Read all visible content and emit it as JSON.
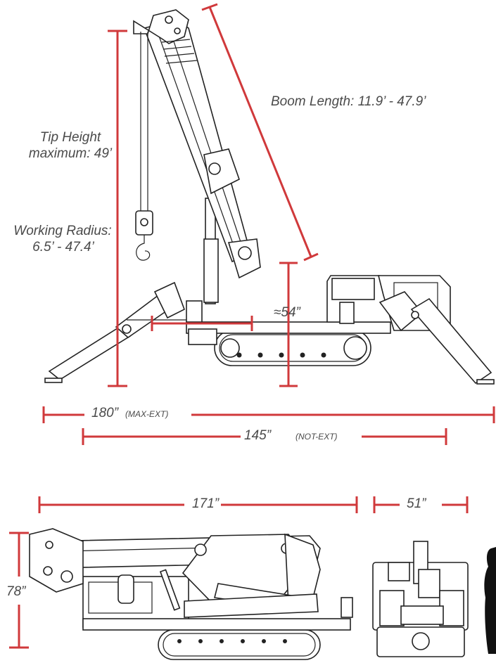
{
  "labels": {
    "boom_length": "Boom Length: 11.9’ - 47.9’",
    "tip_height_line1": "Tip Height",
    "tip_height_line2": "maximum: 49’",
    "working_radius_line1": "Working Radius:",
    "working_radius_line2": "6.5’ - 47.4’",
    "height_54": "≈54”",
    "width_max_value": "180”",
    "width_max_note": "(MAX-EXT)",
    "width_not_value": "145”",
    "width_not_note": "(NOT-EXT)",
    "length_stowed": "171”",
    "width_stowed": "51”",
    "height_stowed": "78”"
  },
  "colors": {
    "dimension": "#d0393b",
    "text": "#4a4a4a",
    "line_art": "#222222"
  }
}
